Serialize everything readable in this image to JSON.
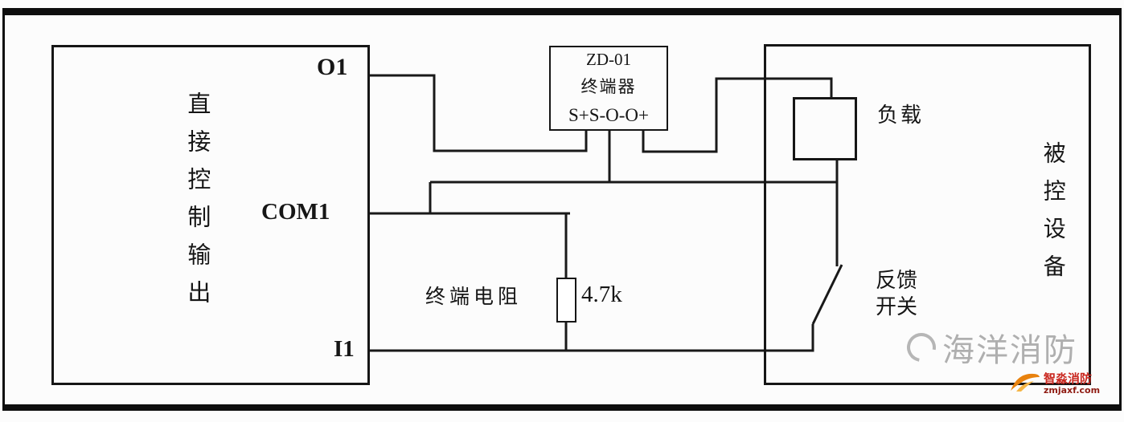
{
  "diagram": {
    "left_module": {
      "label": "直接控制输出",
      "terminals": {
        "o1": "O1",
        "com1": "COM1",
        "i1": "I1"
      }
    },
    "terminator": {
      "model": "ZD-01",
      "name": "终端器",
      "terminals": "S+S-O-O+"
    },
    "right_module": {
      "label": "被控设备",
      "load_label": "负载",
      "switch_label": "反馈\n开关"
    },
    "resistor": {
      "name": "终端电阻",
      "value": "4.7k"
    }
  },
  "watermarks": {
    "center": "海洋消防",
    "corner_title": "智淼消防",
    "corner_url": "zmjaxf.com"
  },
  "colors": {
    "wire": "#191919",
    "watermark_gray": "#707070",
    "corner_red": "#c9271f",
    "corner_dark_red": "#8f1b12",
    "corner_orange": "#e8820e"
  }
}
